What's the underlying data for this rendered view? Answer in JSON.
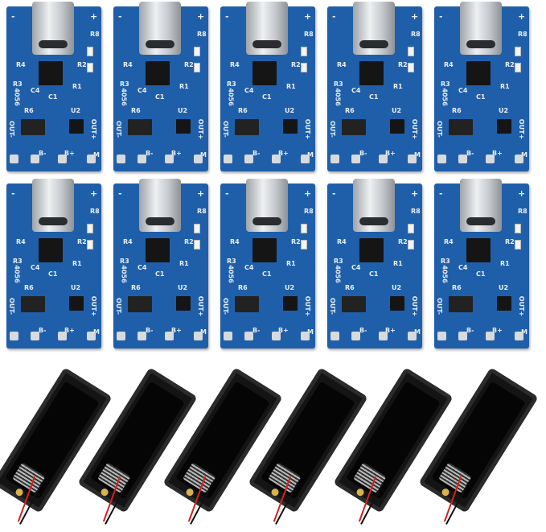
{
  "product": {
    "boards": {
      "rows": 2,
      "columns": 5,
      "color": "#1f5faa"
    },
    "board_labels": {
      "model": "4056",
      "out_minus": "OUT-",
      "out_plus": "OUT+",
      "b_plus": "B+",
      "b_minus": "B-",
      "r4": "R4",
      "r3": "R3",
      "r1": "R1",
      "r2": "R2",
      "r6": "R6",
      "r8": "R8",
      "u2": "U2",
      "c1": "C1",
      "c4": "C4",
      "plus": "+",
      "minus": "-",
      "m": "M"
    },
    "battery_holders": {
      "count": 6,
      "color": "#141414",
      "wire_colors": [
        "#d42020",
        "#111111"
      ]
    }
  }
}
